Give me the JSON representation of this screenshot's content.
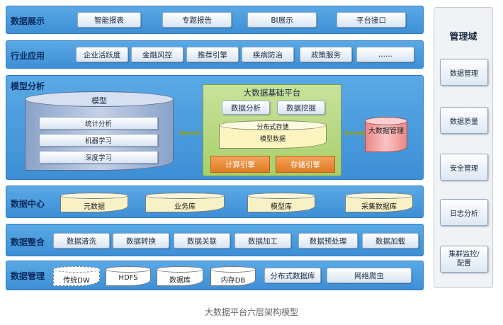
{
  "layers": {
    "display": {
      "title": "数据展示",
      "items": [
        "智能报表",
        "专题报告",
        "BI展示",
        "平台接口"
      ]
    },
    "industry": {
      "title": "行业应用",
      "items": [
        "企业活跃度",
        "金融风控",
        "推荐引擎",
        "疾病防治",
        "政策服务",
        "......"
      ]
    },
    "analysis": {
      "title": "模型分析",
      "model": {
        "title": "模型",
        "items": [
          "统计分析",
          "机器学习",
          "深度学习"
        ]
      },
      "platform": {
        "title": "大数据基础平台",
        "buttons": [
          "数据分析",
          "数据挖掘"
        ],
        "storage": "分布式存储",
        "model_data": "模型数据",
        "engines": [
          "计算引擎",
          "存储引擎"
        ]
      },
      "bigdata": "大数据管理"
    },
    "center": {
      "title": "数据中心",
      "items": [
        "元数据",
        "业务库",
        "模型库",
        "采集数据库"
      ]
    },
    "integration": {
      "title": "数据整合",
      "items": [
        "数据清洗",
        "数据转换",
        "数据关联",
        "数据加工",
        "数据预处理",
        "数据加载"
      ]
    },
    "management": {
      "title": "数据管理",
      "items": [
        "传统DW",
        "HDFS",
        "数据库",
        "内存DB",
        "分布式数据库",
        "网络爬虫"
      ]
    }
  },
  "domain_panel": {
    "title": "管理域",
    "items": [
      "数据管理",
      "数据质量",
      "安全管理",
      "日志分析",
      "集群监控/\n配置"
    ]
  },
  "caption": "大数据平台六层架构模型"
}
